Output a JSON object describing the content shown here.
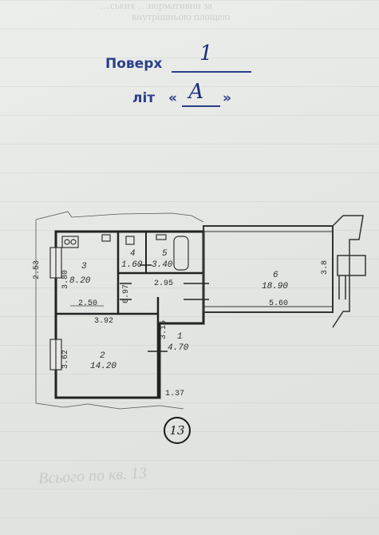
{
  "watermark": {
    "top_line1": "…ських …нормативни за",
    "top_line2": "внутрішньою площею",
    "bottom": "Всього по кв. 13"
  },
  "header": {
    "floor_label": "Поверх",
    "floor_value": "1",
    "letter_label": "літ",
    "letter_open": "«",
    "letter_value": "А",
    "letter_close": "»"
  },
  "plan": {
    "apartment_number": "13",
    "rooms": [
      {
        "number": "1",
        "area": "4.70"
      },
      {
        "number": "2",
        "area": "14.20"
      },
      {
        "number": "3",
        "area": "8.20"
      },
      {
        "number": "4",
        "area": "1.60"
      },
      {
        "number": "5",
        "area": "3.40"
      },
      {
        "number": "6",
        "area": "18.90"
      }
    ],
    "dimensions": {
      "left_top": "2.53",
      "room3_height": "3.80",
      "left_bottom": "3.62",
      "room3_width": "2.50",
      "corridor_narrow": "0.97",
      "room2_width": "3.92",
      "corridor_height": "3.15",
      "bath_width": "2.95",
      "bottom_small": "1.37",
      "balcony_length": "5.60",
      "balcony_width": "3.8"
    }
  }
}
